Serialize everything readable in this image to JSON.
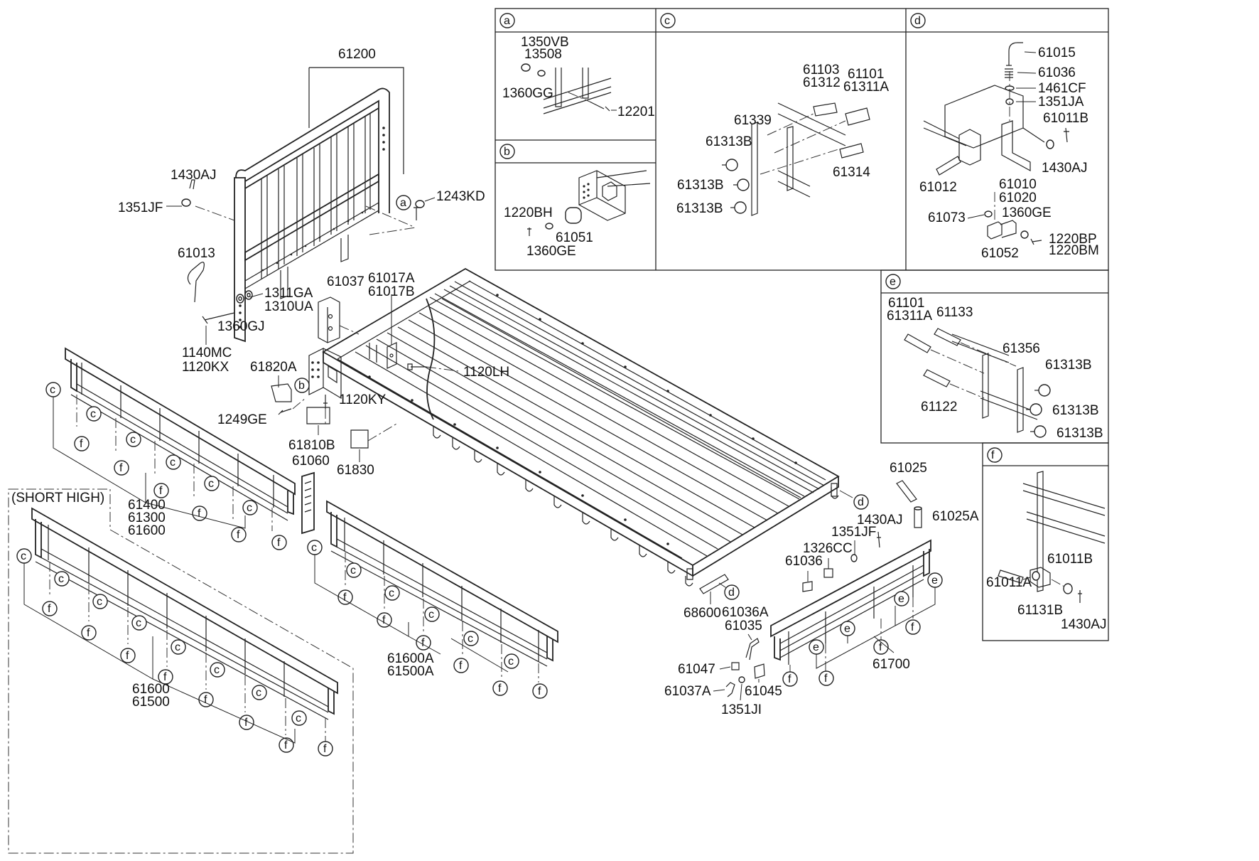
{
  "labels": {
    "p61200": "61200",
    "p1430AJ_a": "1430AJ",
    "p1351JF_a": "1351JF",
    "p1243KD": "1243KD",
    "p61013": "61013",
    "p1311GA": "1311GA",
    "p1310UA": "1310UA",
    "p1360GJ": "1360GJ",
    "p1140MC": "1140MC",
    "p1120KX": "1120KX",
    "p61037": "61037",
    "p61017A": "61017A",
    "p61017B": "61017B",
    "p1120LH": "1120LH",
    "p61820A": "61820A",
    "p1120KY": "1120KY",
    "p1249GE": "1249GE",
    "p61810B": "61810B",
    "p61830": "61830",
    "p61060": "61060",
    "p61400": "61400",
    "p61300": "61300",
    "p61600": "61600",
    "short_high": "(SHORT HIGH)",
    "p61600b": "61600",
    "p61500": "61500",
    "p61600A": "61600A",
    "p61500A": "61500A",
    "p68600": "68600",
    "p61036A": "61036A",
    "p61035": "61035",
    "p61047": "61047",
    "p61037A": "61037A",
    "p1351JI": "1351JI",
    "p61045": "61045",
    "p61036_m": "61036",
    "p1326CC": "1326CC",
    "p1351JF_m": "1351JF",
    "p1430AJ_m": "1430AJ",
    "p61025": "61025",
    "p61025A": "61025A",
    "p61700": "61700"
  },
  "panels": {
    "a": {
      "letter": "a",
      "parts": {
        "p1350VB": "1350VB",
        "p13508": "13508",
        "p1360GG": "1360GG",
        "p12201": "12201"
      }
    },
    "b": {
      "letter": "b",
      "parts": {
        "p1220BH": "1220BH",
        "p1360GE": "1360GE",
        "p61051": "61051"
      }
    },
    "c": {
      "letter": "c",
      "parts": {
        "p61103": "61103",
        "p61312": "61312",
        "p61101": "61101",
        "p61311A": "61311A",
        "p61339": "61339",
        "p61313B_1": "61313B",
        "p61313B_2": "61313B",
        "p61313B_3": "61313B",
        "p61314": "61314"
      }
    },
    "d": {
      "letter": "d",
      "parts": {
        "p61015": "61015",
        "p61036": "61036",
        "p1461CF": "1461CF",
        "p1351JA": "1351JA",
        "p61011B": "61011B",
        "p1430AJ": "1430AJ",
        "p61012": "61012",
        "p61010": "61010",
        "p61020": "61020",
        "p61073": "61073",
        "p1360GE": "1360GE",
        "p1220BP": "1220BP",
        "p1220BM": "1220BM",
        "p61052": "61052"
      }
    },
    "e": {
      "letter": "e",
      "parts": {
        "p61101": "61101",
        "p61311A": "61311A",
        "p61133": "61133",
        "p61356": "61356",
        "p61313B_1": "61313B",
        "p61313B_2": "61313B",
        "p61313B_3": "61313B",
        "p61122": "61122"
      }
    },
    "f": {
      "letter": "f",
      "parts": {
        "p61011B": "61011B",
        "p61011A": "61011A",
        "p61131B": "61131B",
        "p1430AJ": "1430AJ"
      }
    }
  },
  "callouts": {
    "a": "a",
    "b": "b",
    "c": "c",
    "d": "d",
    "e": "e",
    "f": "f"
  }
}
